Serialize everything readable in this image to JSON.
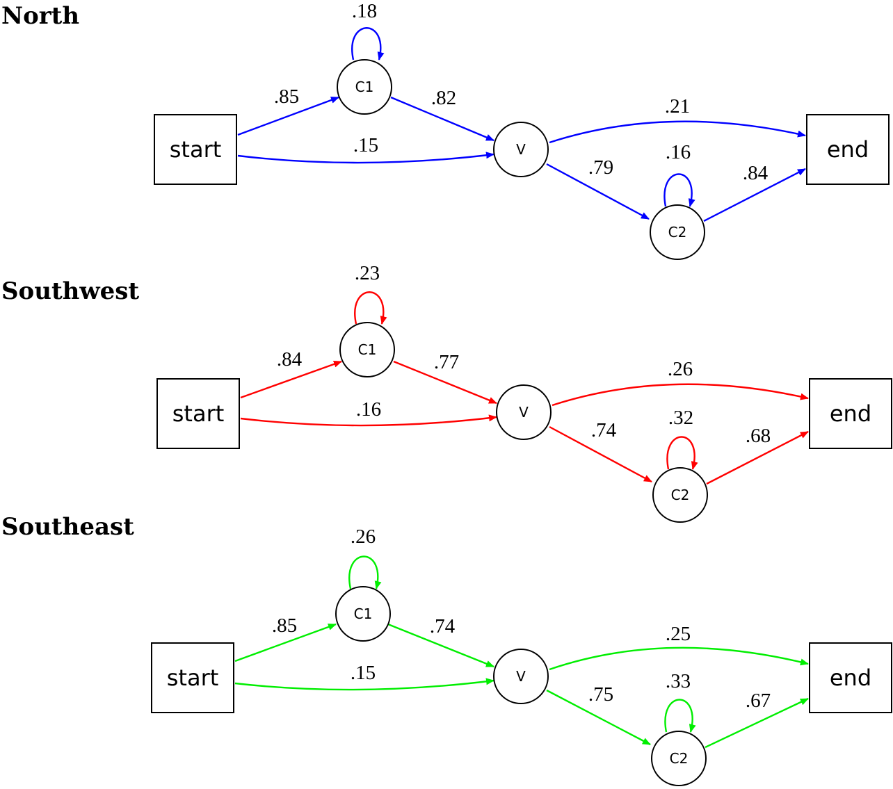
{
  "panels": [
    {
      "region": "North",
      "color": "#0000ff",
      "nodes": {
        "start": "start",
        "c1": "C1",
        "v": "V",
        "c2": "C2",
        "end": "end"
      },
      "edges": {
        "start_c1": ".85",
        "start_v": ".15",
        "c1_self": ".18",
        "c1_v": ".82",
        "v_end": ".21",
        "v_c2": ".79",
        "c2_self": ".16",
        "c2_end": ".84"
      }
    },
    {
      "region": "Southwest",
      "color": "#ff0000",
      "nodes": {
        "start": "start",
        "c1": "C1",
        "v": "V",
        "c2": "C2",
        "end": "end"
      },
      "edges": {
        "start_c1": ".84",
        "start_v": ".16",
        "c1_self": ".23",
        "c1_v": ".77",
        "v_end": ".26",
        "v_c2": ".74",
        "c2_self": ".32",
        "c2_end": ".68"
      }
    },
    {
      "region": "Southeast",
      "color": "#00ee00",
      "nodes": {
        "start": "start",
        "c1": "C1",
        "v": "V",
        "c2": "C2",
        "end": "end"
      },
      "edges": {
        "start_c1": ".85",
        "start_v": ".15",
        "c1_self": ".26",
        "c1_v": ".74",
        "v_end": ".25",
        "v_c2": ".75",
        "c2_self": ".33",
        "c2_end": ".67"
      }
    }
  ]
}
